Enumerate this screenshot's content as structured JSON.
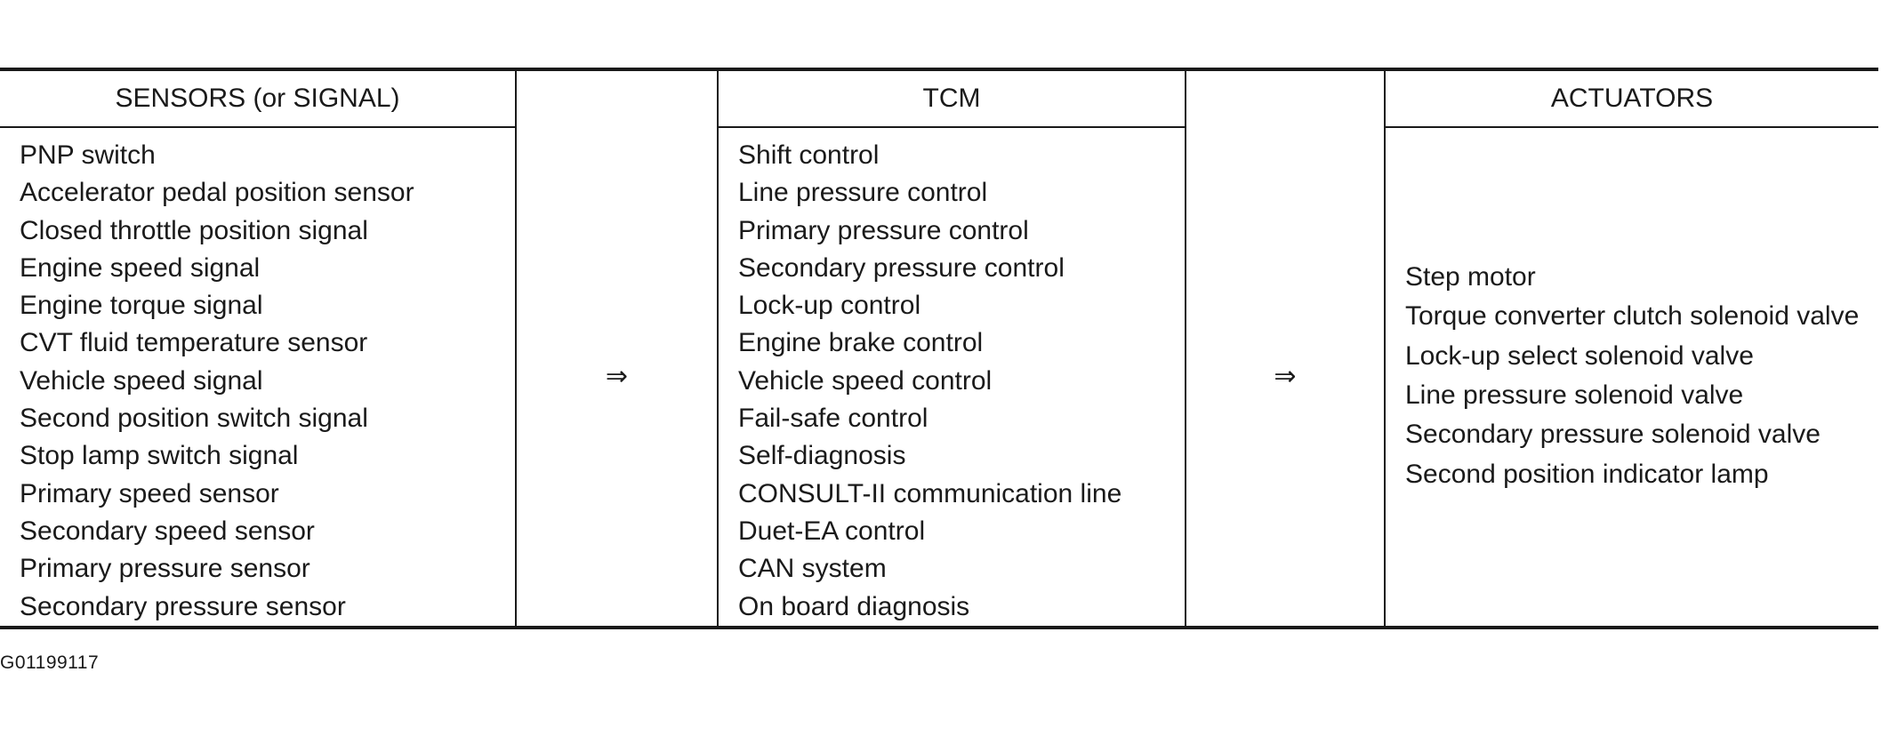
{
  "headers": {
    "sensors": "SENSORS (or SIGNAL)",
    "tcm": "TCM",
    "actuators": "ACTUATORS"
  },
  "arrow_symbol": "⇒",
  "sensors": [
    "PNP switch",
    "Accelerator pedal position sensor",
    "Closed throttle position signal",
    "Engine speed signal",
    "Engine torque signal",
    "CVT fluid temperature sensor",
    "Vehicle speed signal",
    "Second position switch signal",
    "Stop lamp switch signal",
    "Primary speed sensor",
    "Secondary speed sensor",
    "Primary pressure sensor",
    "Secondary pressure sensor"
  ],
  "tcm": [
    "Shift control",
    "Line pressure control",
    "Primary pressure control",
    "Secondary pressure control",
    "Lock-up control",
    "Engine brake control",
    "Vehicle speed control",
    "Fail-safe control",
    "Self-diagnosis",
    "CONSULT-II communication line",
    "Duet-EA control",
    "CAN system",
    "On board diagnosis"
  ],
  "actuators": [
    "Step motor",
    "Torque converter clutch solenoid valve",
    "Lock-up select solenoid valve",
    "Line pressure solenoid valve",
    "Secondary pressure solenoid valve",
    "Second position indicator lamp"
  ],
  "figure_code": "G01199117"
}
